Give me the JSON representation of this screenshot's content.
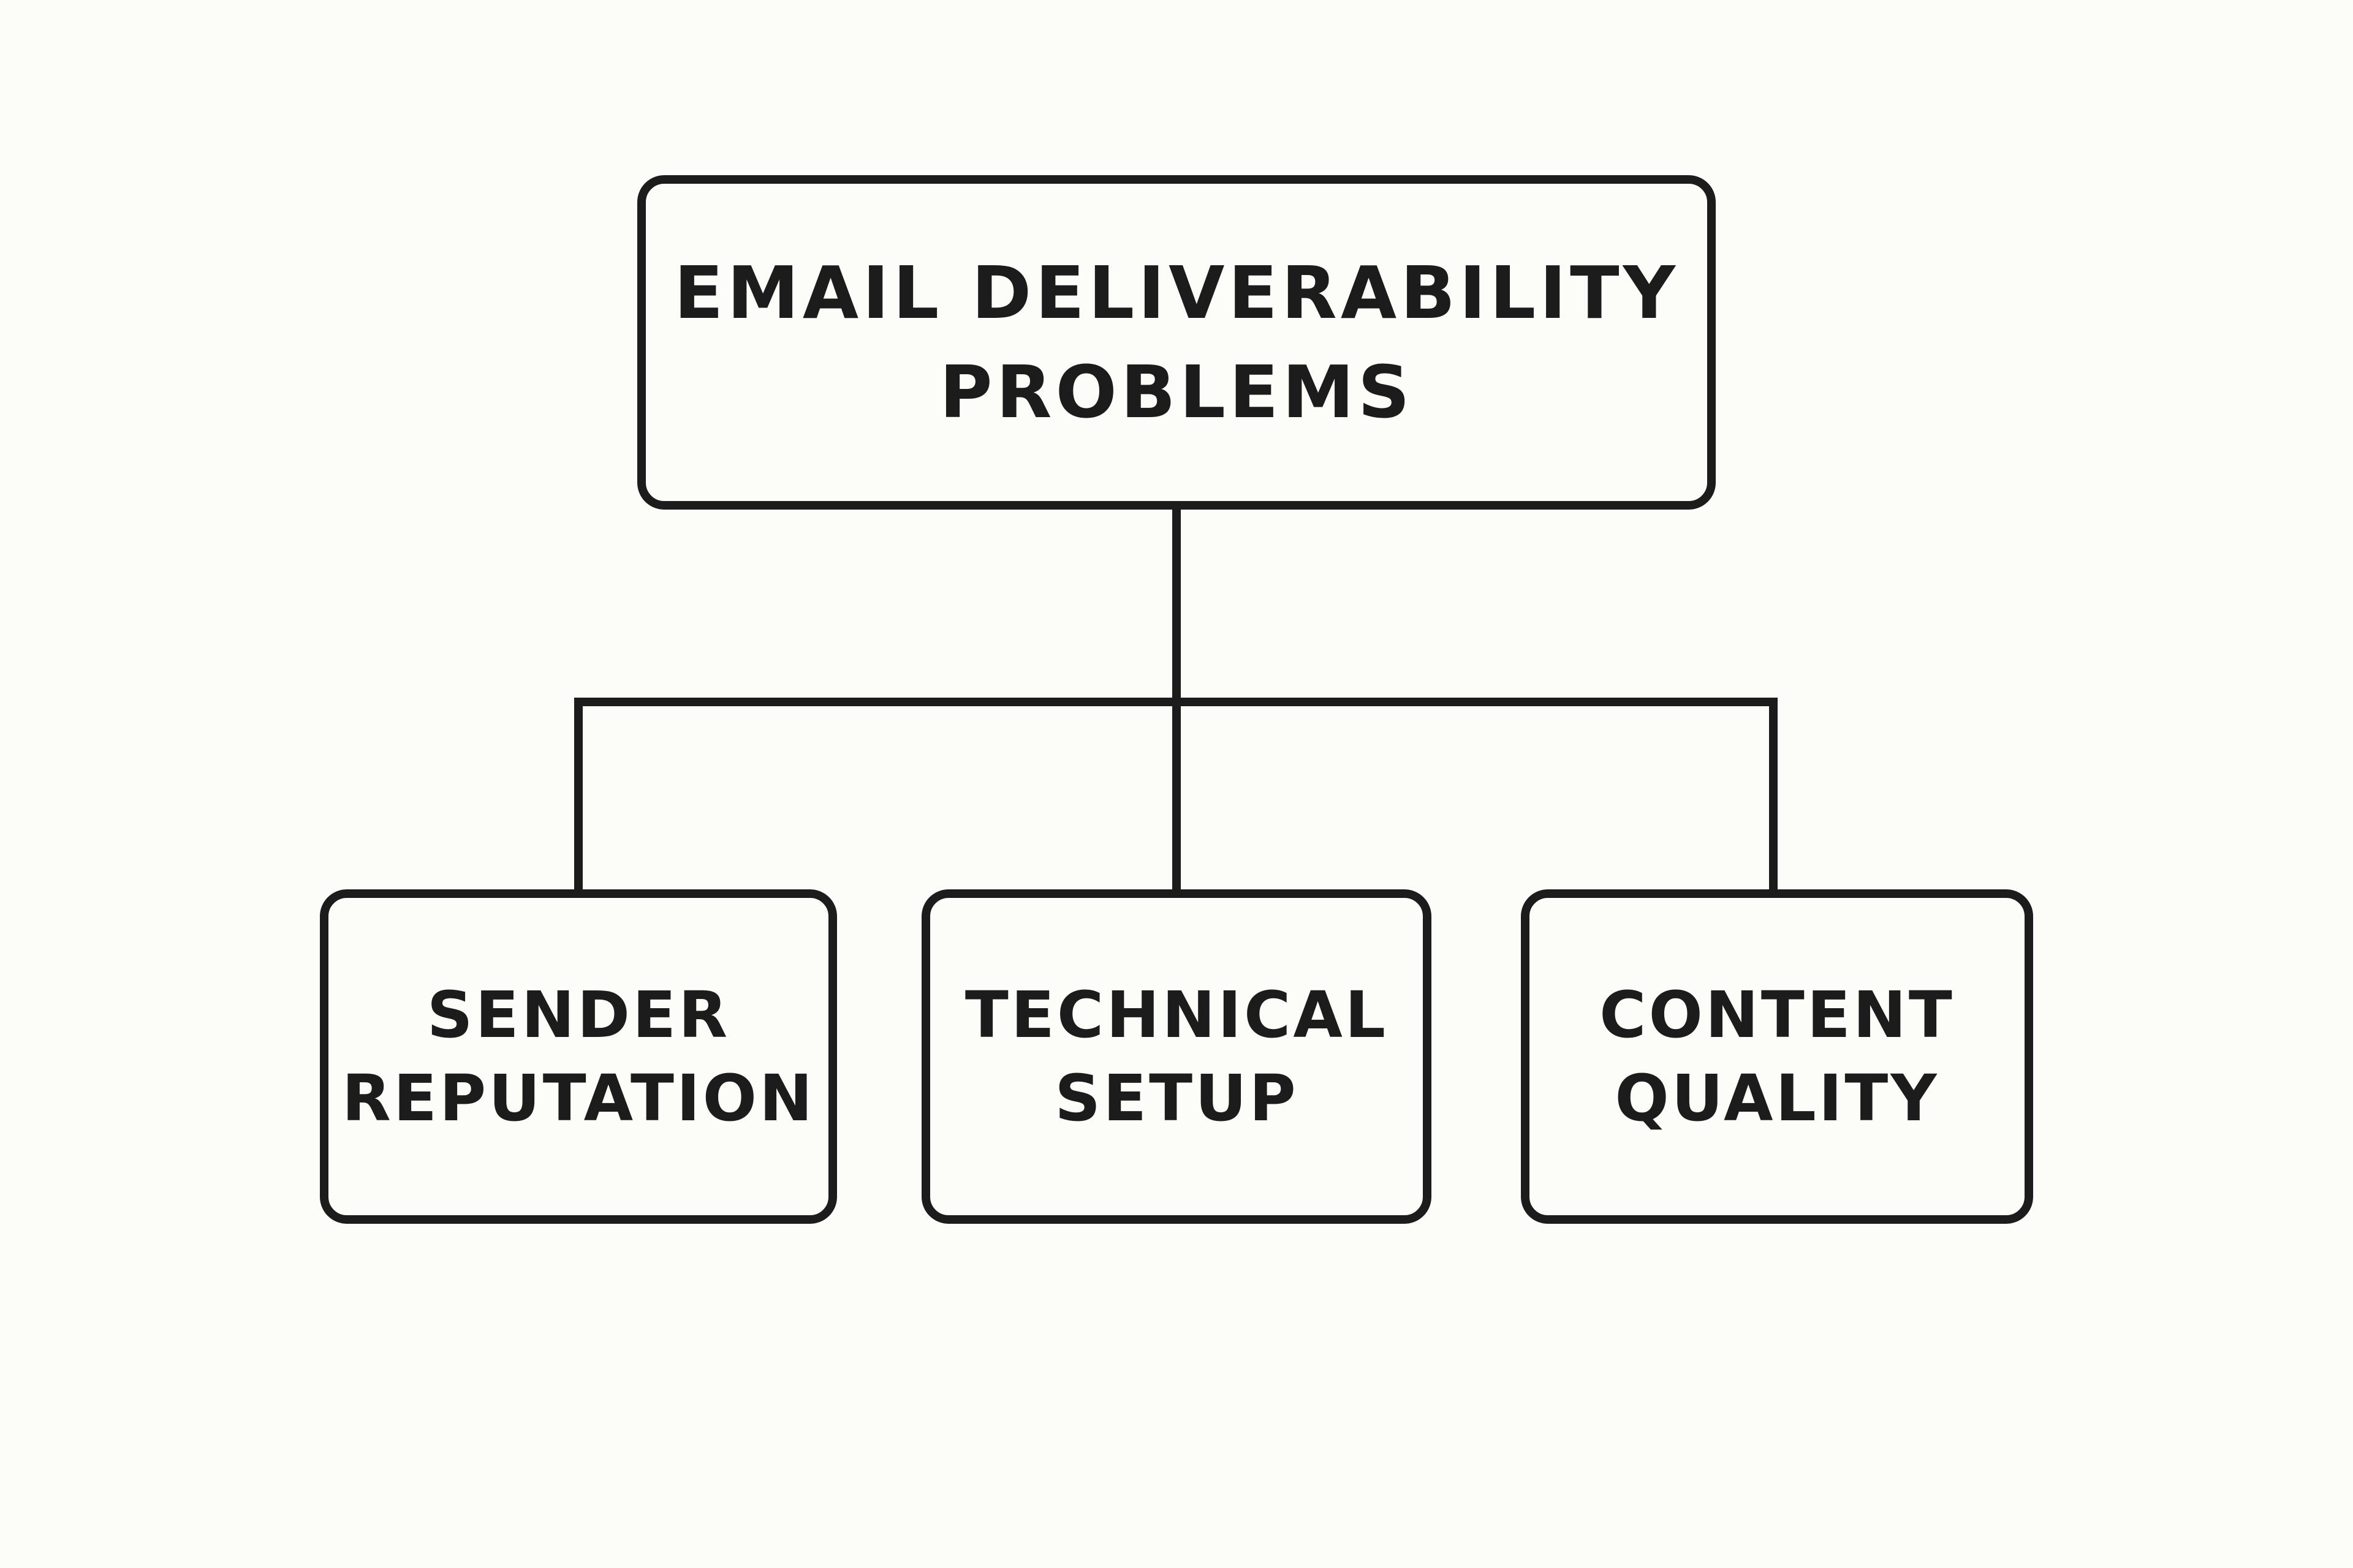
{
  "diagram": {
    "root": {
      "line1": "EMAIL DELIVERABILITY",
      "line2": "PROBLEMS"
    },
    "children": [
      {
        "line1": "SENDER",
        "line2": "REPUTATION"
      },
      {
        "line1": "TECHNICAL",
        "line2": "SETUP"
      },
      {
        "line1": "CONTENT",
        "line2": "QUALITY"
      }
    ],
    "colors": {
      "stroke": "#1c1c1c",
      "background": "#fcfcf8"
    }
  }
}
